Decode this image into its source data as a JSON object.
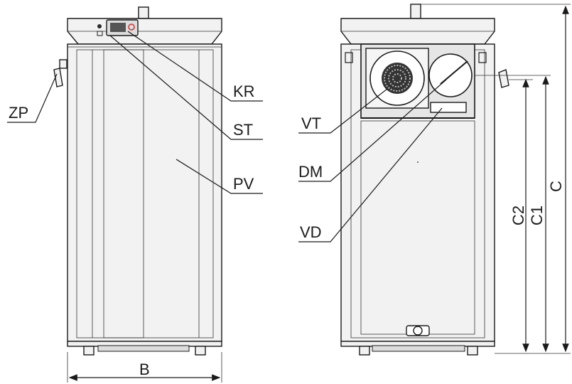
{
  "labels": {
    "zp": "ZP",
    "kr": "KR",
    "st": "ST",
    "pv": "PV",
    "vt": "VT",
    "dm": "DM",
    "vd": "VD"
  },
  "dimensions": {
    "b": "B",
    "c": "C",
    "c1": "C1",
    "c2": "C2"
  }
}
